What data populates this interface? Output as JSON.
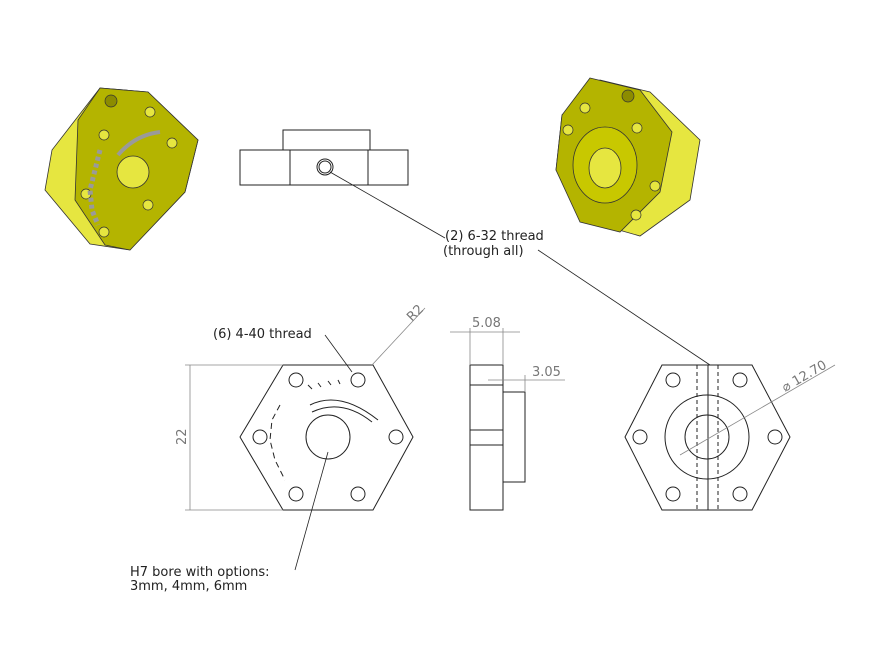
{
  "colors": {
    "face": "#c8c800",
    "side": "#e6e640",
    "dark": "#8c8c00",
    "slot": "#9a9a9a"
  },
  "annotations": {
    "thread_632_line1": "(2) 6-32 thread",
    "thread_632_line2": "(through all)",
    "thread_440": "(6) 4-40 thread",
    "bore_line1": "H7 bore with options:",
    "bore_line2": "3mm, 4mm, 6mm"
  },
  "dimensions": {
    "radius": "R2",
    "height": "22",
    "thickness": "5.08",
    "boss": "3.05",
    "diameter": "⌀ 12.70"
  }
}
